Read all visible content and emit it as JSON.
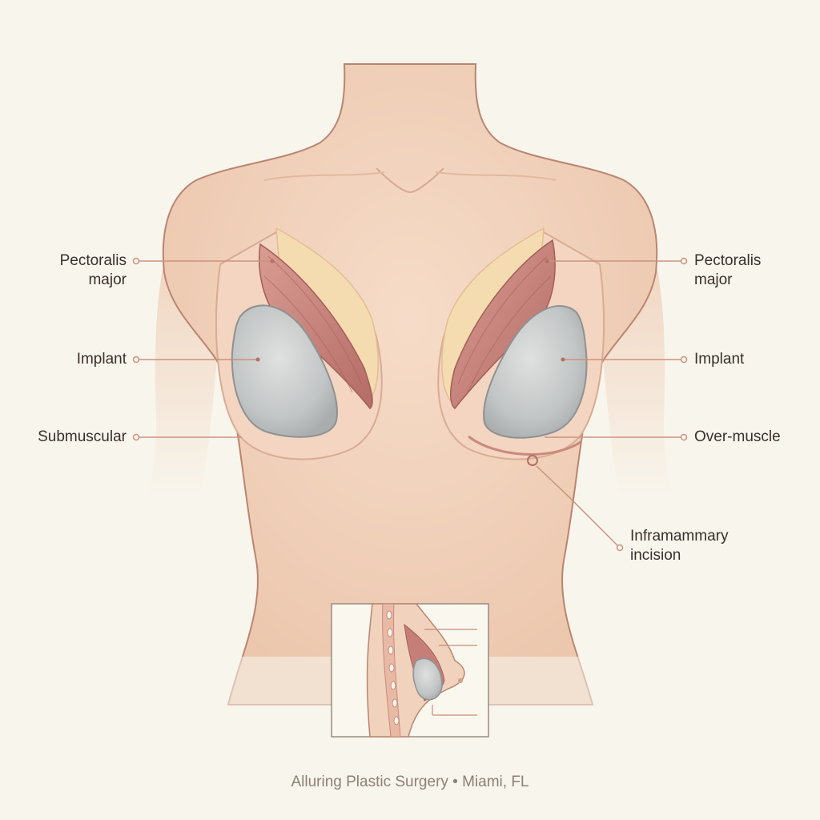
{
  "labels": {
    "left_pectoralis_line1": "Pectoralis",
    "left_pectoralis_line2": "major",
    "left_implant": "Implant",
    "left_submuscular": "Submuscular",
    "right_pectoralis_line1": "Pectoralis",
    "right_pectoralis_line2": "major",
    "right_implant": "Implant",
    "right_overmuscle": "Over-muscle",
    "incision_line1": "Inframammary",
    "incision_line2": "incision"
  },
  "footer": "Alluring Plastic Surgery • Miami, FL",
  "colors": {
    "background": "#f8f5ec",
    "skin": "#f1d3bd",
    "skin_outline": "#b98570",
    "muscle": "#c57f78",
    "fat": "#f5dcb0",
    "implant": "#c9cccc",
    "leader": "#c9937e"
  }
}
